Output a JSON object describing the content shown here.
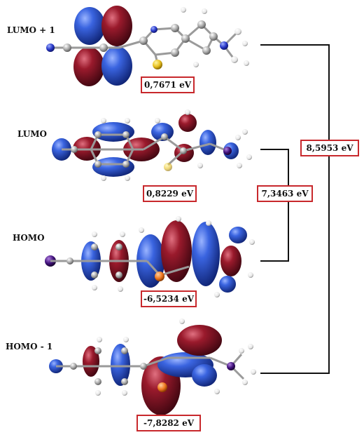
{
  "orbitals": [
    {
      "name": "LUMO + 1",
      "energy": "0,7671 eV"
    },
    {
      "name": "LUMO",
      "energy": "0,8229 eV"
    },
    {
      "name": "HOMO",
      "energy": "-6,5234 eV"
    },
    {
      "name": "HOMO - 1",
      "energy": "-7,8282 eV"
    }
  ],
  "gaps": {
    "lumo_homo": "7,3463 eV",
    "lumo1_homo1": "8,5953 eV"
  },
  "colors": {
    "positive_lobe": "#1f3fb0",
    "negative_lobe": "#7a1020",
    "box_border": "#c8282c",
    "connector": "#111111",
    "carbon_atom": "#9a9a9a",
    "hydrogen_atom": "#ffffff",
    "nitrogen_atom": "#3040c0",
    "sulfur_atom": "#e8c020"
  }
}
